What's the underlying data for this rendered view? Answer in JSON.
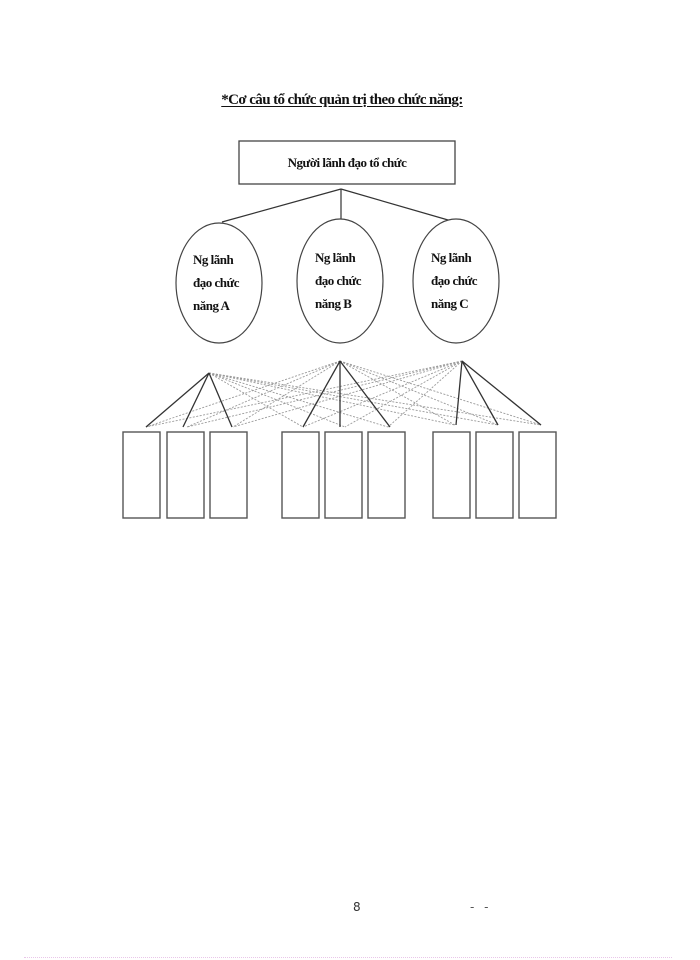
{
  "document": {
    "title": "*Cơ câu tổ chức quản trị theo chức năng:",
    "page_number": "8",
    "footer_marks": "- -"
  },
  "diagram": {
    "type": "functional-organization-chart",
    "top_node": {
      "label": "Người lãnh đạo tổ chức"
    },
    "function_leaders": [
      {
        "id": "A",
        "lines": [
          "Ng lãnh",
          "đạo chức",
          "năng A"
        ]
      },
      {
        "id": "B",
        "lines": [
          "Ng lãnh",
          "đạo chức",
          "năng B"
        ]
      },
      {
        "id": "C",
        "lines": [
          "Ng lãnh",
          "đạo chức",
          "năng C"
        ]
      }
    ],
    "subordinate_units": {
      "groups": 3,
      "per_group": 3,
      "labels": []
    },
    "edges": {
      "solid": "each function leader to its own 3 units",
      "dashed": "each function leader to the units of the other groups"
    },
    "colors": {
      "line": "#333333",
      "dashed_line": "#9a9a9a",
      "background": "#ffffff"
    }
  }
}
